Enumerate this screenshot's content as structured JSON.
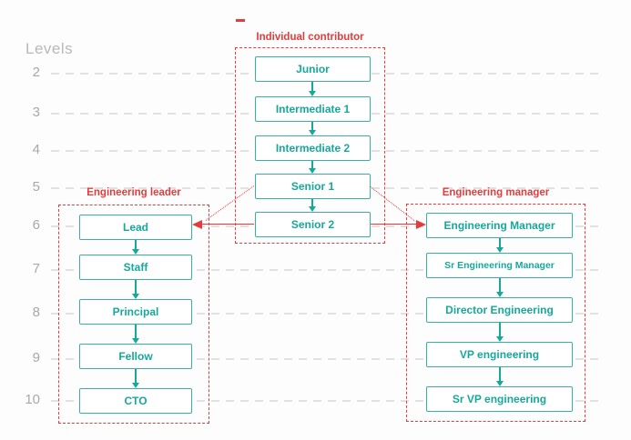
{
  "axis": {
    "title": "Levels",
    "levels": [
      "2",
      "3",
      "4",
      "5",
      "6",
      "7",
      "8",
      "9",
      "10"
    ]
  },
  "groups": [
    {
      "label": "Individual contributor",
      "boxes": [
        {
          "label": "Junior",
          "level": 2
        },
        {
          "label": "Intermediate 1",
          "level": 3
        },
        {
          "label": "Intermediate 2",
          "level": 4
        },
        {
          "label": "Senior 1",
          "level": 5
        },
        {
          "label": "Senior 2",
          "level": 6
        }
      ]
    },
    {
      "label": "Engineering leader",
      "boxes": [
        {
          "label": "Lead",
          "level": 6
        },
        {
          "label": "Staff",
          "level": 7
        },
        {
          "label": "Principal",
          "level": 8
        },
        {
          "label": "Fellow",
          "level": 9
        },
        {
          "label": "CTO",
          "level": 10
        }
      ]
    },
    {
      "label": "Engineering manager",
      "boxes": [
        {
          "label": "Engineering Manager",
          "level": 6
        },
        {
          "label": "Sr Engineering Manager",
          "level": 7
        },
        {
          "label": "Director Engineering",
          "level": 8
        },
        {
          "label": "VP engineering",
          "level": 9
        },
        {
          "label": "Sr VP engineering",
          "level": 10
        }
      ]
    }
  ],
  "transitions": [
    {
      "from": "Senior 1",
      "to": "Lead",
      "style": "dotted"
    },
    {
      "from": "Senior 2",
      "to": "Lead",
      "style": "solid"
    },
    {
      "from": "Senior 1",
      "to": "Engineering Manager",
      "style": "dotted"
    },
    {
      "from": "Senior 2",
      "to": "Engineering Manager",
      "style": "solid"
    }
  ],
  "colors": {
    "teal": "#3BAEA5",
    "teal_text": "#18A79B",
    "red": "#E33C3C",
    "grid": "#E1E1E1",
    "axis": "#A8A8A8",
    "bg": "#FDFDFD"
  }
}
